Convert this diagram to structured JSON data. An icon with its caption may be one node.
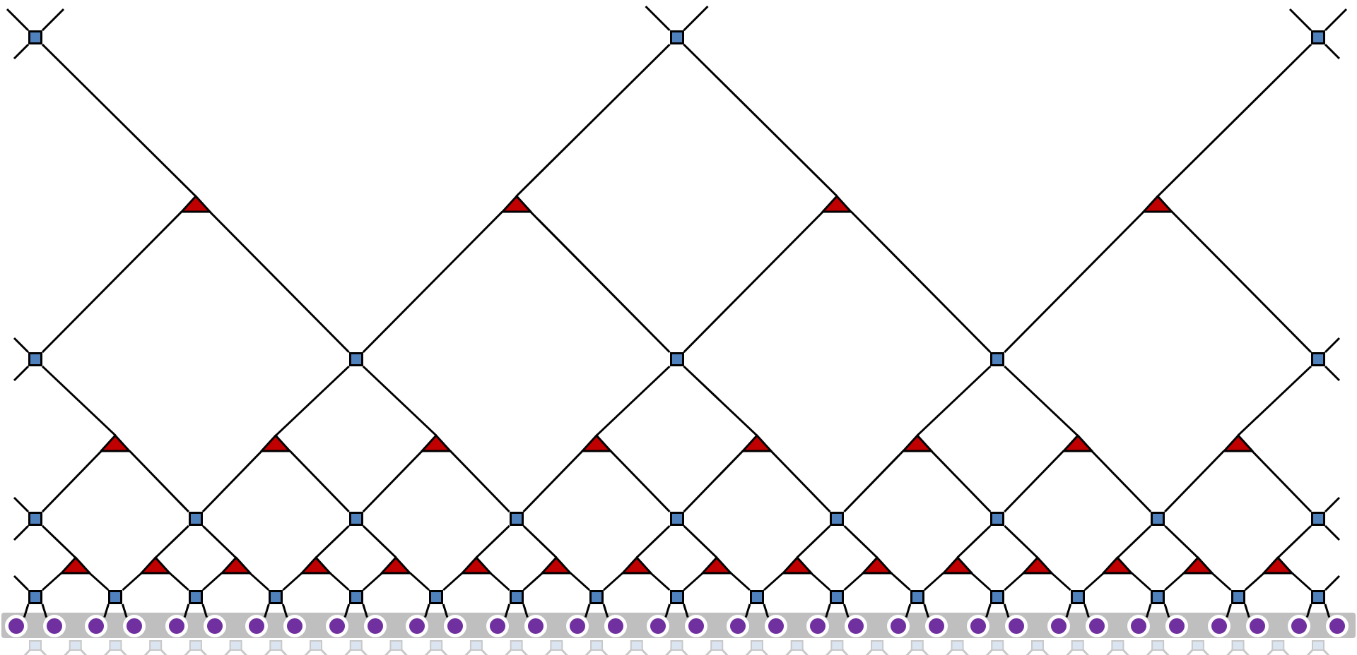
{
  "diagram": {
    "nodes": [
      {
        "text": [],
        "shape": "box"
      },
      {
        "text": [],
        "shape": "box"
      },
      {
        "text": [],
        "shape": "box"
      },
      {
        "text": [],
        "shape": "triangle"
      },
      {
        "text": [],
        "shape": "triangle"
      },
      {
        "text": [],
        "shape": "triangle"
      },
      {
        "text": [],
        "shape": "triangle"
      },
      {
        "text": [],
        "shape": "box"
      },
      {
        "text": [],
        "shape": "box"
      },
      {
        "text": [],
        "shape": "box"
      },
      {
        "text": [],
        "shape": "box"
      },
      {
        "text": [],
        "shape": "box"
      },
      {
        "text": [],
        "shape": "triangle"
      },
      {
        "text": [],
        "shape": "triangle"
      },
      {
        "text": [],
        "shape": "triangle"
      },
      {
        "text": [],
        "shape": "triangle"
      },
      {
        "text": [],
        "shape": "triangle"
      },
      {
        "text": [],
        "shape": "triangle"
      },
      {
        "text": [],
        "shape": "triangle"
      },
      {
        "text": [],
        "shape": "triangle"
      },
      {
        "text": [],
        "shape": "box"
      },
      {
        "text": [],
        "shape": "box"
      },
      {
        "text": [],
        "shape": "box"
      },
      {
        "text": [],
        "shape": "box"
      },
      {
        "text": [],
        "shape": "box"
      },
      {
        "text": [],
        "shape": "box"
      },
      {
        "text": [],
        "shape": "box"
      },
      {
        "text": [],
        "shape": "box"
      },
      {
        "text": [],
        "shape": "box"
      },
      {
        "text": [],
        "shape": "triangle"
      },
      {
        "text": [],
        "shape": "triangle"
      },
      {
        "text": [],
        "shape": "triangle"
      },
      {
        "text": [],
        "shape": "triangle"
      },
      {
        "text": [],
        "shape": "triangle"
      },
      {
        "text": [],
        "shape": "triangle"
      },
      {
        "text": [],
        "shape": "triangle"
      },
      {
        "text": [],
        "shape": "triangle"
      },
      {
        "text": [],
        "shape": "triangle"
      },
      {
        "text": [],
        "shape": "triangle"
      },
      {
        "text": [],
        "shape": "triangle"
      },
      {
        "text": [],
        "shape": "triangle"
      },
      {
        "text": [],
        "shape": "triangle"
      },
      {
        "text": [],
        "shape": "triangle"
      },
      {
        "text": [],
        "shape": "triangle"
      },
      {
        "text": [],
        "shape": "triangle"
      },
      {
        "text": [],
        "shape": "box"
      },
      {
        "text": [],
        "shape": "box"
      },
      {
        "text": [],
        "shape": "box"
      },
      {
        "text": [],
        "shape": "box"
      },
      {
        "text": [],
        "shape": "box"
      },
      {
        "text": [],
        "shape": "box"
      },
      {
        "text": [],
        "shape": "box"
      },
      {
        "text": [],
        "shape": "box"
      },
      {
        "text": [],
        "shape": "box"
      },
      {
        "text": [],
        "shape": "box"
      },
      {
        "text": [],
        "shape": "box"
      },
      {
        "text": [],
        "shape": "box"
      },
      {
        "text": [],
        "shape": "box"
      },
      {
        "text": [],
        "shape": "box"
      },
      {
        "text": [],
        "shape": "box"
      },
      {
        "text": [],
        "shape": "box"
      },
      {
        "text": [],
        "shape": "box"
      },
      {
        "text": [],
        "shape": "bar"
      },
      {
        "text": [],
        "shape": "circle",
        "in": 62
      },
      {
        "text": [],
        "shape": "circle",
        "in": 62
      },
      {
        "text": [],
        "shape": "circle",
        "in": 62
      },
      {
        "text": [],
        "shape": "circle",
        "in": 62
      },
      {
        "text": [],
        "shape": "circle",
        "in": 62
      },
      {
        "text": [],
        "shape": "circle",
        "in": 62
      },
      {
        "text": [],
        "shape": "circle",
        "in": 62
      },
      {
        "text": [],
        "shape": "circle",
        "in": 62
      },
      {
        "text": [],
        "shape": "circle",
        "in": 62
      },
      {
        "text": [],
        "shape": "circle",
        "in": 62
      },
      {
        "text": [],
        "shape": "circle",
        "in": 62
      },
      {
        "text": [],
        "shape": "circle",
        "in": 62
      },
      {
        "text": [],
        "shape": "circle",
        "in": 62
      },
      {
        "text": [],
        "shape": "circle",
        "in": 62
      },
      {
        "text": [],
        "shape": "circle",
        "in": 62
      },
      {
        "text": [],
        "shape": "circle",
        "in": 62
      },
      {
        "text": [],
        "shape": "circle",
        "in": 62
      },
      {
        "text": [],
        "shape": "circle",
        "in": 62
      },
      {
        "text": [],
        "shape": "circle",
        "in": 62
      },
      {
        "text": [],
        "shape": "circle",
        "in": 62
      },
      {
        "text": [],
        "shape": "circle",
        "in": 62
      },
      {
        "text": [],
        "shape": "circle",
        "in": 62
      },
      {
        "text": [],
        "shape": "circle",
        "in": 62
      },
      {
        "text": [],
        "shape": "circle",
        "in": 62
      },
      {
        "text": [],
        "shape": "circle",
        "in": 62
      },
      {
        "text": [],
        "shape": "circle",
        "in": 62
      },
      {
        "text": [],
        "shape": "circle",
        "in": 62
      },
      {
        "text": [],
        "shape": "circle",
        "in": 62
      },
      {
        "text": [],
        "shape": "circle",
        "in": 62
      },
      {
        "text": [],
        "shape": "circle",
        "in": 62
      },
      {
        "text": [],
        "shape": "circle",
        "in": 62
      },
      {
        "text": [],
        "shape": "circle",
        "in": 62
      },
      {
        "text": [],
        "shape": "circle",
        "in": 62
      },
      {
        "text": [],
        "shape": "circle",
        "in": 62
      }
    ],
    "edges": [
      {
        "from": 0,
        "to": 3,
        "arrow": "none"
      },
      {
        "from": 1,
        "to": 4,
        "arrow": "none"
      },
      {
        "from": 1,
        "to": 5,
        "arrow": "none"
      },
      {
        "from": 2,
        "to": 6,
        "arrow": "none"
      },
      {
        "from": 3,
        "to": 7,
        "arrow": "none"
      },
      {
        "from": 3,
        "to": 8,
        "arrow": "none"
      },
      {
        "from": 4,
        "to": 8,
        "arrow": "none"
      },
      {
        "from": 4,
        "to": 9,
        "arrow": "none"
      },
      {
        "from": 5,
        "to": 9,
        "arrow": "none"
      },
      {
        "from": 5,
        "to": 10,
        "arrow": "none"
      },
      {
        "from": 6,
        "to": 10,
        "arrow": "none"
      },
      {
        "from": 6,
        "to": 11,
        "arrow": "none"
      },
      {
        "from": 7,
        "to": 12,
        "arrow": "none"
      },
      {
        "from": 8,
        "to": 13,
        "arrow": "none"
      },
      {
        "from": 8,
        "to": 14,
        "arrow": "none"
      },
      {
        "from": 9,
        "to": 15,
        "arrow": "none"
      },
      {
        "from": 9,
        "to": 16,
        "arrow": "none"
      },
      {
        "from": 10,
        "to": 17,
        "arrow": "none"
      },
      {
        "from": 10,
        "to": 18,
        "arrow": "none"
      },
      {
        "from": 11,
        "to": 19,
        "arrow": "none"
      },
      {
        "from": 12,
        "to": 20,
        "arrow": "none"
      },
      {
        "from": 12,
        "to": 21,
        "arrow": "none"
      },
      {
        "from": 13,
        "to": 21,
        "arrow": "none"
      },
      {
        "from": 13,
        "to": 22,
        "arrow": "none"
      },
      {
        "from": 14,
        "to": 22,
        "arrow": "none"
      },
      {
        "from": 14,
        "to": 23,
        "arrow": "none"
      },
      {
        "from": 15,
        "to": 23,
        "arrow": "none"
      },
      {
        "from": 15,
        "to": 24,
        "arrow": "none"
      },
      {
        "from": 16,
        "to": 24,
        "arrow": "none"
      },
      {
        "from": 16,
        "to": 25,
        "arrow": "none"
      },
      {
        "from": 17,
        "to": 25,
        "arrow": "none"
      },
      {
        "from": 17,
        "to": 26,
        "arrow": "none"
      },
      {
        "from": 18,
        "to": 26,
        "arrow": "none"
      },
      {
        "from": 18,
        "to": 27,
        "arrow": "none"
      },
      {
        "from": 19,
        "to": 27,
        "arrow": "none"
      },
      {
        "from": 19,
        "to": 28,
        "arrow": "none"
      },
      {
        "from": 20,
        "to": 29,
        "arrow": "none"
      },
      {
        "from": 21,
        "to": 30,
        "arrow": "none"
      },
      {
        "from": 21,
        "to": 31,
        "arrow": "none"
      },
      {
        "from": 22,
        "to": 32,
        "arrow": "none"
      },
      {
        "from": 22,
        "to": 33,
        "arrow": "none"
      },
      {
        "from": 23,
        "to": 34,
        "arrow": "none"
      },
      {
        "from": 23,
        "to": 35,
        "arrow": "none"
      },
      {
        "from": 24,
        "to": 36,
        "arrow": "none"
      },
      {
        "from": 24,
        "to": 37,
        "arrow": "none"
      },
      {
        "from": 25,
        "to": 38,
        "arrow": "none"
      },
      {
        "from": 25,
        "to": 39,
        "arrow": "none"
      },
      {
        "from": 26,
        "to": 40,
        "arrow": "none"
      },
      {
        "from": 26,
        "to": 41,
        "arrow": "none"
      },
      {
        "from": 27,
        "to": 42,
        "arrow": "none"
      },
      {
        "from": 27,
        "to": 43,
        "arrow": "none"
      },
      {
        "from": 28,
        "to": 44,
        "arrow": "none"
      },
      {
        "from": 29,
        "to": 45,
        "arrow": "none"
      },
      {
        "from": 29,
        "to": 46,
        "arrow": "none"
      },
      {
        "from": 30,
        "to": 46,
        "arrow": "none"
      },
      {
        "from": 30,
        "to": 47,
        "arrow": "none"
      },
      {
        "from": 31,
        "to": 47,
        "arrow": "none"
      },
      {
        "from": 31,
        "to": 48,
        "arrow": "none"
      },
      {
        "from": 32,
        "to": 48,
        "arrow": "none"
      },
      {
        "from": 32,
        "to": 49,
        "arrow": "none"
      },
      {
        "from": 33,
        "to": 49,
        "arrow": "none"
      },
      {
        "from": 33,
        "to": 50,
        "arrow": "none"
      },
      {
        "from": 34,
        "to": 50,
        "arrow": "none"
      },
      {
        "from": 34,
        "to": 51,
        "arrow": "none"
      },
      {
        "from": 35,
        "to": 51,
        "arrow": "none"
      },
      {
        "from": 35,
        "to": 52,
        "arrow": "none"
      },
      {
        "from": 36,
        "to": 52,
        "arrow": "none"
      },
      {
        "from": 36,
        "to": 53,
        "arrow": "none"
      },
      {
        "from": 37,
        "to": 53,
        "arrow": "none"
      },
      {
        "from": 37,
        "to": 54,
        "arrow": "none"
      },
      {
        "from": 38,
        "to": 54,
        "arrow": "none"
      },
      {
        "from": 38,
        "to": 55,
        "arrow": "none"
      },
      {
        "from": 39,
        "to": 55,
        "arrow": "none"
      },
      {
        "from": 39,
        "to": 56,
        "arrow": "none"
      },
      {
        "from": 40,
        "to": 56,
        "arrow": "none"
      },
      {
        "from": 40,
        "to": 57,
        "arrow": "none"
      },
      {
        "from": 41,
        "to": 57,
        "arrow": "none"
      },
      {
        "from": 41,
        "to": 58,
        "arrow": "none"
      },
      {
        "from": 42,
        "to": 58,
        "arrow": "none"
      },
      {
        "from": 42,
        "to": 59,
        "arrow": "none"
      },
      {
        "from": 43,
        "to": 59,
        "arrow": "none"
      },
      {
        "from": 43,
        "to": 60,
        "arrow": "none"
      },
      {
        "from": 44,
        "to": 60,
        "arrow": "none"
      },
      {
        "from": 44,
        "to": 61,
        "arrow": "none"
      },
      {
        "from": 45,
        "to": 63,
        "arrow": "none"
      },
      {
        "from": 45,
        "to": 64,
        "arrow": "none"
      },
      {
        "from": 46,
        "to": 65,
        "arrow": "none"
      },
      {
        "from": 46,
        "to": 66,
        "arrow": "none"
      },
      {
        "from": 47,
        "to": 67,
        "arrow": "none"
      },
      {
        "from": 47,
        "to": 68,
        "arrow": "none"
      },
      {
        "from": 48,
        "to": 69,
        "arrow": "none"
      },
      {
        "from": 48,
        "to": 70,
        "arrow": "none"
      },
      {
        "from": 49,
        "to": 71,
        "arrow": "none"
      },
      {
        "from": 49,
        "to": 72,
        "arrow": "none"
      },
      {
        "from": 50,
        "to": 73,
        "arrow": "none"
      },
      {
        "from": 50,
        "to": 74,
        "arrow": "none"
      },
      {
        "from": 51,
        "to": 75,
        "arrow": "none"
      },
      {
        "from": 51,
        "to": 76,
        "arrow": "none"
      },
      {
        "from": 52,
        "to": 77,
        "arrow": "none"
      },
      {
        "from": 52,
        "to": 78,
        "arrow": "none"
      },
      {
        "from": 53,
        "to": 79,
        "arrow": "none"
      },
      {
        "from": 53,
        "to": 80,
        "arrow": "none"
      },
      {
        "from": 54,
        "to": 81,
        "arrow": "none"
      },
      {
        "from": 54,
        "to": 82,
        "arrow": "none"
      },
      {
        "from": 55,
        "to": 83,
        "arrow": "none"
      },
      {
        "from": 55,
        "to": 84,
        "arrow": "none"
      },
      {
        "from": 56,
        "to": 85,
        "arrow": "none"
      },
      {
        "from": 56,
        "to": 86,
        "arrow": "none"
      },
      {
        "from": 57,
        "to": 87,
        "arrow": "none"
      },
      {
        "from": 57,
        "to": 88,
        "arrow": "none"
      },
      {
        "from": 58,
        "to": 89,
        "arrow": "none"
      },
      {
        "from": 58,
        "to": 90,
        "arrow": "none"
      },
      {
        "from": 59,
        "to": 91,
        "arrow": "none"
      },
      {
        "from": 59,
        "to": 92,
        "arrow": "none"
      },
      {
        "from": 60,
        "to": 93,
        "arrow": "none"
      },
      {
        "from": 60,
        "to": 94,
        "arrow": "none"
      },
      {
        "from": 61,
        "to": 95,
        "arrow": "none"
      },
      {
        "from": 61,
        "to": 96,
        "arrow": "none"
      },
      {
        "from": 0,
        "to": null,
        "arrow": "none"
      },
      {
        "from": 0,
        "to": null,
        "arrow": "none"
      },
      {
        "from": 0,
        "to": null,
        "arrow": "none"
      },
      {
        "from": 1,
        "to": null,
        "arrow": "none"
      },
      {
        "from": 1,
        "to": null,
        "arrow": "none"
      },
      {
        "from": 2,
        "to": null,
        "arrow": "none"
      },
      {
        "from": 2,
        "to": null,
        "arrow": "none"
      },
      {
        "from": 2,
        "to": null,
        "arrow": "none"
      },
      {
        "from": 7,
        "to": null,
        "arrow": "none"
      },
      {
        "from": 7,
        "to": null,
        "arrow": "none"
      },
      {
        "from": 11,
        "to": null,
        "arrow": "none"
      },
      {
        "from": 11,
        "to": null,
        "arrow": "none"
      },
      {
        "from": 20,
        "to": null,
        "arrow": "none"
      },
      {
        "from": 20,
        "to": null,
        "arrow": "none"
      },
      {
        "from": 28,
        "to": null,
        "arrow": "none"
      },
      {
        "from": 28,
        "to": null,
        "arrow": "none"
      },
      {
        "from": 45,
        "to": null,
        "arrow": "none"
      },
      {
        "from": 61,
        "to": null,
        "arrow": "none"
      }
    ]
  }
}
